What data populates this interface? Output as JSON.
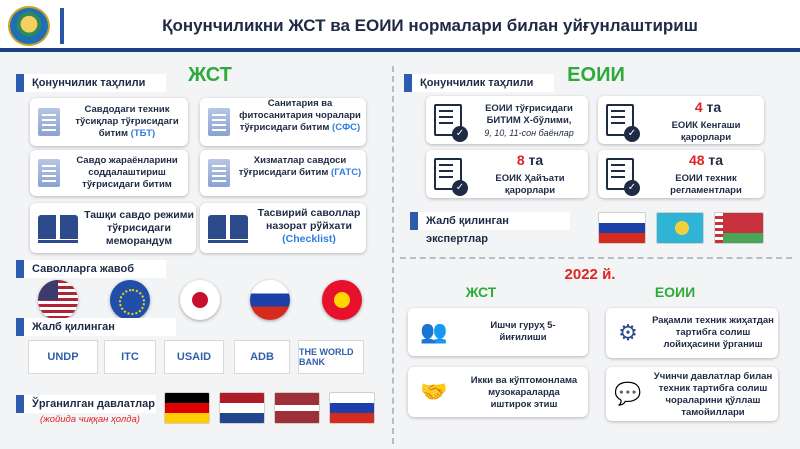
{
  "header": {
    "title": "Қонунчиликни ЖСТ ва ЕОИИ нормалари билан уйғунлаштириш"
  },
  "left": {
    "section_analysis": "Қонунчилик таҳлили",
    "wto_label": "ЖСТ",
    "cards": [
      {
        "text": "Савдодаги техник тўсиқлар тўғрисидаги битим",
        "abbr": "(ТБТ)"
      },
      {
        "text": "Санитария ва фитосанитария чоралари тўғрисидаги битим",
        "abbr": "(СФС)"
      },
      {
        "text": "Савдо жараёнларини соддалаштириш тўғрисидаги битим",
        "abbr": ""
      },
      {
        "text": "Хизматлар савдоси тўғрисидаги битим",
        "abbr": "(ГАТС)"
      },
      {
        "text": "Ташқи савдо режими тўғрисидаги меморандум",
        "abbr": ""
      },
      {
        "text": "Тасвирий саволлар назорат рўйхати",
        "abbr": "(Checklist)"
      }
    ],
    "section_answers": "Саволларга жавоб",
    "section_experts": "Жалб қилинган экспертлар",
    "logos": [
      "UNDP",
      "ITC",
      "USAID",
      "ADB",
      "THE WORLD BANK"
    ],
    "section_countries": "Ўрганилган давлатлар",
    "countries_note": "(жойида чиққан ҳолда)"
  },
  "right": {
    "section_analysis": "Қонунчилик таҳлили",
    "eaeu_label": "ЕОИИ",
    "items": [
      {
        "text": "ЕОИИ тўғрисидаги БИТИМ X-бўлими,",
        "sub": "9, 10, 11-сон баёнлар"
      },
      {
        "num": "4",
        "unit": "та",
        "text": "ЕОИК Кенгаши қарорлари"
      },
      {
        "num": "8",
        "unit": "та",
        "text": "ЕОИК Ҳайъати қарорлари"
      },
      {
        "num": "48",
        "unit": "та",
        "text": "ЕОИИ техник регламентлари"
      }
    ],
    "section_experts": "Жалб қилинган экспертлар",
    "year": "2022 й.",
    "wto_label": "ЖСТ",
    "eaeu_label2": "ЕОИИ",
    "wto_cards": [
      {
        "text": "Ишчи гуруҳ 5-йиғилиши"
      },
      {
        "text": "Икки ва кўптомонлама музокараларда иштирок этиш"
      }
    ],
    "eaeu_cards": [
      {
        "text": "Рақамли техник жиҳатдан тартибга солиш лойиҳасини ўрганиш"
      },
      {
        "text": "Учинчи давлатлар билан техник тартибга солиш чораларини қўллаш тамойиллари"
      }
    ]
  }
}
